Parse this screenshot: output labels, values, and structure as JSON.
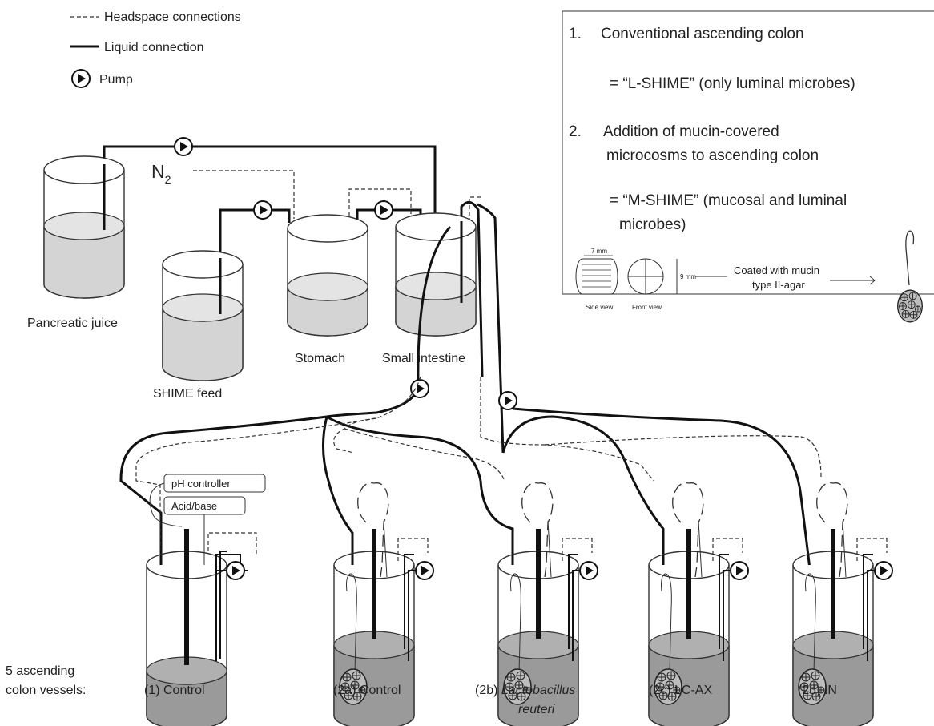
{
  "legend": {
    "headspace": "Headspace connections",
    "liquid": "Liquid connection",
    "pump": "Pump"
  },
  "gas": {
    "symbol": "N",
    "subscript": "2"
  },
  "vessels_top": {
    "pancreatic": "Pancreatic juice",
    "feed": "SHIME feed",
    "stomach": "Stomach",
    "small_intestine": "Small intestine"
  },
  "controller": {
    "ph": "pH controller",
    "acid": "Acid/base"
  },
  "info_box": {
    "item1_num": "1.",
    "item1_title": "Conventional ascending colon",
    "item1_desc": "= “L-SHIME” (only luminal microbes)",
    "item2_num": "2.",
    "item2_title_line1": "Addition of mucin-covered",
    "item2_title_line2": "microcosms to ascending colon",
    "item2_desc_line1": "= “M-SHIME” (mucosal and luminal",
    "item2_desc_line2": "microbes)",
    "dim_width": "7 mm",
    "dim_height": "9 mm",
    "side_view": "Side view",
    "front_view": "Front view",
    "coated_line1": "Coated with mucin",
    "coated_line2": "type II-agar"
  },
  "colon": {
    "row_label_line1": "5 ascending",
    "row_label_line2": "colon vessels:",
    "v1": "(1) Control",
    "v2a": "(2a) Control",
    "v2b_prefix": "(2b)",
    "v2b_name_line1": "Lactobacillus",
    "v2b_name_line2": "reuteri",
    "v2c": "(2c) LC-AX",
    "v2d": "(2d) IN"
  }
}
